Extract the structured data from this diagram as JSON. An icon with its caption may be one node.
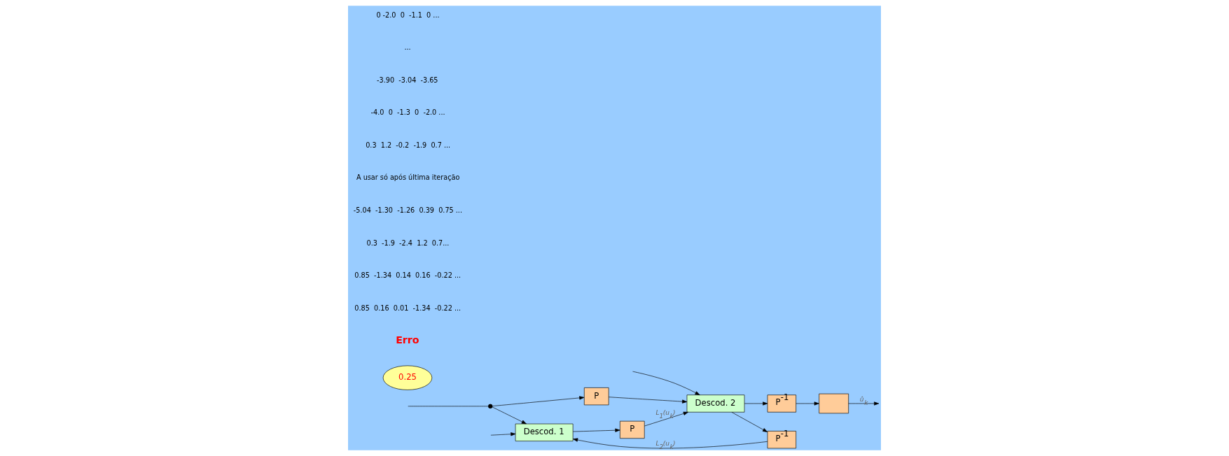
{
  "diagram": {
    "nodes": [
      {
        "text": [
          "Descod. 1"
        ]
      },
      {
        "text": [
          "P"
        ]
      },
      {
        "text": [
          "Descod. 2"
        ]
      },
      {
        "text": [
          "P$^{-1}$"
        ]
      },
      {
        "text": [
          "P"
        ]
      },
      {
        "text": [
          "P$^{-1}$"
        ]
      },
      {
        "text": [],
        "shape": "box"
      },
      {
        "text": [],
        "shape": "circle"
      },
      {
        "text": [
          "0.25"
        ],
        "beside": [
          "Erro"
        ]
      }
    ],
    "edges": [
      {
        "from": null,
        "to": 7,
        "arrow": "none"
      },
      {
        "from": 7,
        "to": 0,
        "arrow": "to"
      },
      {
        "from": 7,
        "to": 4,
        "arrow": "to"
      },
      {
        "from": null,
        "to": 0,
        "arrow": "to"
      },
      {
        "from": null,
        "to": 2,
        "arrow": "to"
      },
      {
        "from": 0,
        "to": 1,
        "arrow": "to"
      },
      {
        "from": 1,
        "to": 2,
        "arrow": "to",
        "label": "L$_{1}$(u$_{k}$)"
      },
      {
        "from": 2,
        "to": 3,
        "arrow": "to"
      },
      {
        "from": 3,
        "to": 0,
        "arrow": "to",
        "label": "L$_{2}$(u$_{k}$)"
      },
      {
        "from": 4,
        "to": 2,
        "arrow": "to"
      },
      {
        "from": 2,
        "to": 5,
        "arrow": "to"
      },
      {
        "from": 5,
        "to": 6,
        "arrow": "to"
      },
      {
        "from": 6,
        "to": null,
        "arrow": "to",
        "label": "û$_{k}$"
      }
    ],
    "labels": [
      "0.85  0.16  0.01  -1.34  -0.22 ...",
      "0.85  -1.34  0.14  0.16  -0.22 ...",
      "0.3  -1.9  -2.4  1.2  0.7...",
      "-5.04  -1.30  -1.26  0.39  0.75 ...",
      "A usar só após última iteração",
      "0.3  1.2  -0.2  -1.9  0.7 ...",
      "-4.0  0  -1.3  0  -2.0 ...",
      "-3.90  -3.04  -3.65",
      "...",
      "0 -2.0  0  -1.1  0 ..."
    ]
  }
}
